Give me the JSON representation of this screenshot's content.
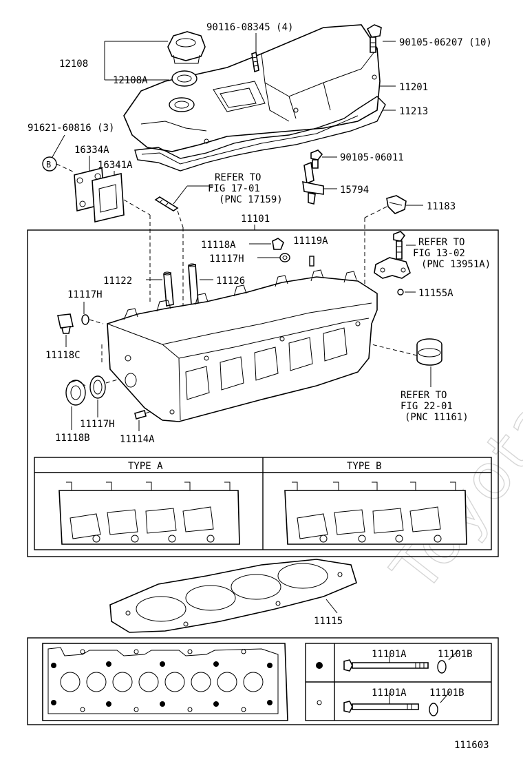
{
  "watermark": "ToyotaCatalog.ru",
  "figure_number": "111603",
  "assembly_number": "11101",
  "callouts": {
    "p90116_08345": "90116-08345 (4)",
    "p90105_06207": "90105-06207 (10)",
    "p12108": "12108",
    "p12108A": "12108A",
    "p11201": "11201",
    "p11213": "11213",
    "p91621_60816": "91621-60816 (3)",
    "p16334A": "16334A",
    "p16341A": "16341A",
    "circle_b": "B",
    "p90105_06011": "90105-06011",
    "p15794": "15794",
    "p11183": "11183",
    "p11118A": "11118A",
    "p11119A": "11119A",
    "p11117H_top": "11117H",
    "p11122": "11122",
    "p11126": "11126",
    "p11155A": "11155A",
    "p11117H_left": "11117H",
    "p11118C": "11118C",
    "p11118B": "11118B",
    "p11117H_bottom": "11117H",
    "p11114A": "11114A",
    "p11115": "11115",
    "p11101A_1": "11101A",
    "p11101B_1": "11101B",
    "p11101A_2": "11101A",
    "p11101B_2": "11101B"
  },
  "references": {
    "fig17": [
      "REFER TO",
      "FIG 17-01",
      "(PNC 17159)"
    ],
    "fig13": [
      "REFER TO",
      "FIG 13-02",
      "(PNC 13951A)"
    ],
    "fig22": [
      "REFER TO",
      "FIG 22-01",
      "(PNC 11161)"
    ]
  },
  "types": {
    "type_a": "TYPE A",
    "type_b": "TYPE B"
  }
}
